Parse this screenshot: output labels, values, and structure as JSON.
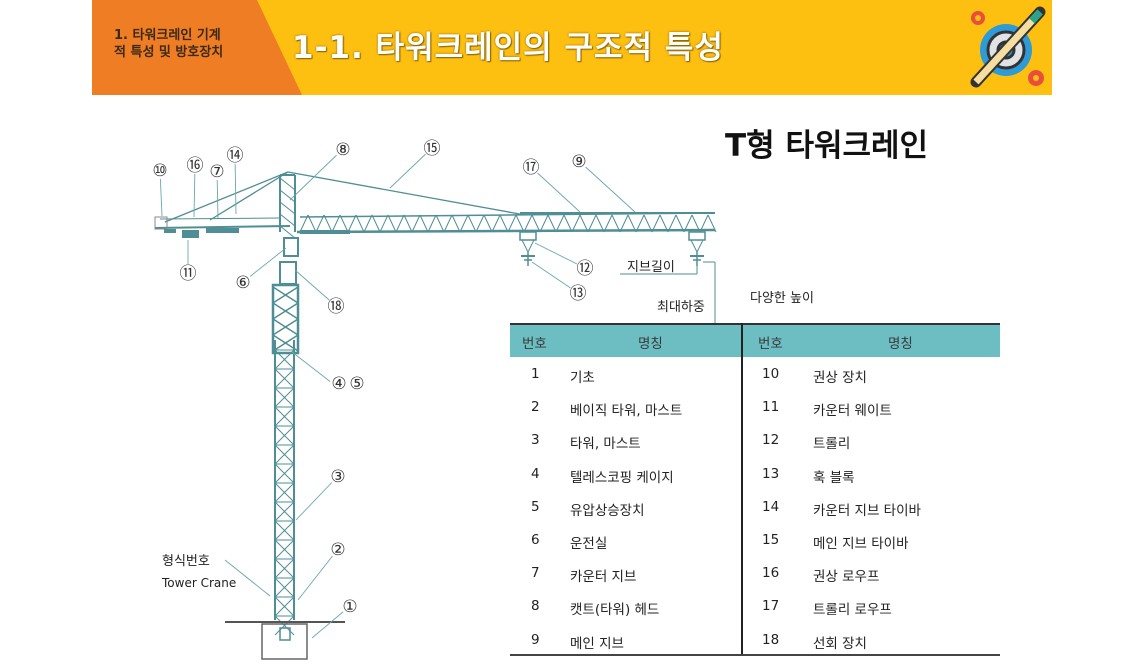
{
  "header": {
    "section": "1. 타워크레인 기계\n적 특성 및 방호장치",
    "section_line1": "1. 타워크레인 기계",
    "section_line2": "적 특성 및 방호장치",
    "title": "1-1. 타워크레인의 구조적 특성",
    "icon": "gear-pencil-icon"
  },
  "heading": "T형 타워크레인",
  "diagram": {
    "callouts": [
      "①",
      "②",
      "③",
      "④",
      "⑤",
      "⑥",
      "⑦",
      "⑧",
      "⑨",
      "⑩",
      "⑪",
      "⑫",
      "⑬",
      "⑭",
      "⑮",
      "⑯",
      "⑰",
      "⑱"
    ],
    "jib_length": "지브길이",
    "max_load": "최대하중",
    "various_height": "다양한 높이",
    "type_no": "형식번호",
    "tower_crane": "Tower Crane"
  },
  "table": {
    "headers": {
      "no": "번호",
      "name": "명칭"
    },
    "left": [
      {
        "no": "1",
        "name": "기초"
      },
      {
        "no": "2",
        "name": "베이직 타워, 마스트"
      },
      {
        "no": "3",
        "name": "타워, 마스트"
      },
      {
        "no": "4",
        "name": "텔레스코핑 케이지"
      },
      {
        "no": "5",
        "name": "유압상승장치"
      },
      {
        "no": "6",
        "name": "운전실"
      },
      {
        "no": "7",
        "name": "카운터 지브"
      },
      {
        "no": "8",
        "name": "캣트(타워) 헤드"
      },
      {
        "no": "9",
        "name": "메인 지브"
      }
    ],
    "right": [
      {
        "no": "10",
        "name": "권상 장치"
      },
      {
        "no": "11",
        "name": "카운터 웨이트"
      },
      {
        "no": "12",
        "name": "트롤리"
      },
      {
        "no": "13",
        "name": "훅 블록"
      },
      {
        "no": "14",
        "name": "카운터 지브 타이바"
      },
      {
        "no": "15",
        "name": "메인 지브 타이바"
      },
      {
        "no": "16",
        "name": "권상 로우프"
      },
      {
        "no": "17",
        "name": "트롤리 로우프"
      },
      {
        "no": "18",
        "name": "선회 장치"
      }
    ]
  },
  "colors": {
    "orange": "#ee7d23",
    "yellow": "#fdbf10",
    "teal": "#6dbec3",
    "crane": "#4f8e94"
  }
}
